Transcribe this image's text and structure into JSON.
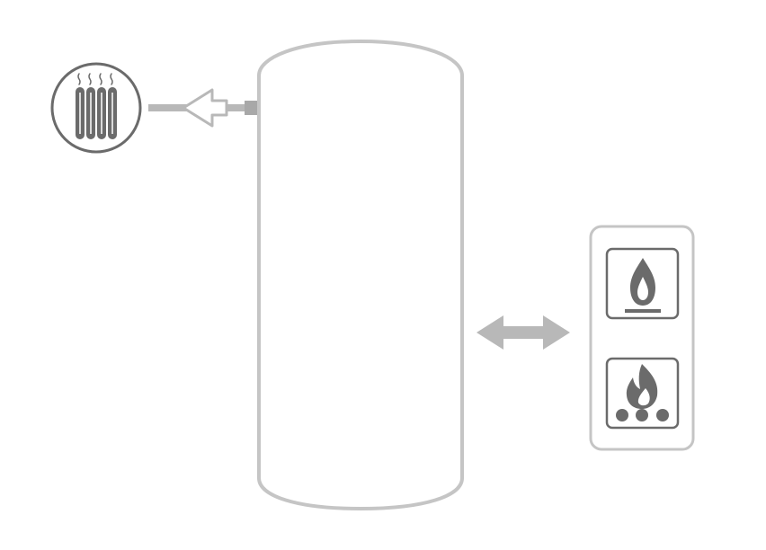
{
  "diagram": {
    "elements": [
      {
        "id": "radiator",
        "icon": "radiator-icon"
      },
      {
        "id": "storage-tank",
        "icon": "tank-shape"
      },
      {
        "id": "heat-source-panel",
        "icons": [
          "gas-flame-icon",
          "solid-fuel-fire-icon"
        ]
      }
    ],
    "connections": [
      {
        "from": "storage-tank",
        "to": "radiator",
        "direction": "one-way"
      },
      {
        "from": "storage-tank",
        "to": "heat-source-panel",
        "direction": "two-way"
      }
    ]
  },
  "colors": {
    "outline": "#c5c5c5",
    "icon_gray": "#6b6b6b",
    "arrow_gray": "#b8b8b8",
    "background": "#ffffff"
  }
}
